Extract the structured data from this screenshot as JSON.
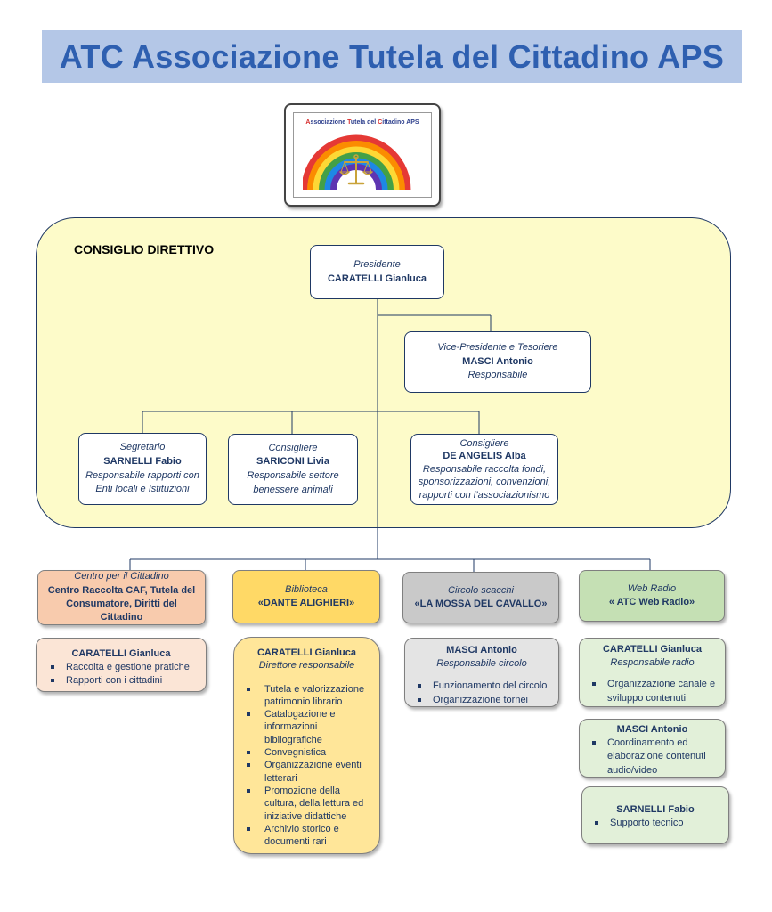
{
  "banner": {
    "title": "ATC  Associazione Tutela del Cittadino APS"
  },
  "logo": {
    "text_parts": [
      "A",
      "ssociazione ",
      "T",
      "utela del ",
      "C",
      "ittadino APS"
    ],
    "rainbow_colors": [
      "#e53935",
      "#fb8c00",
      "#fdd835",
      "#43a047",
      "#1e88e5",
      "#5e35b1"
    ],
    "scale_color": "#c9a33a"
  },
  "council": {
    "label": "CONSIGLIO DIRETTIVO",
    "fill": "#fdfbc9",
    "president": {
      "role": "Presidente",
      "name": "CARATELLI Gianluca"
    },
    "vice": {
      "role": "Vice-Presidente e Tesoriere",
      "name": "MASCI Antonio",
      "desc": "Responsabile"
    },
    "secretary": {
      "role": "Segretario",
      "name": "SARNELLI Fabio",
      "desc": [
        "Responsabile rapporti con",
        "Enti locali e Istituzioni"
      ]
    },
    "councilor1": {
      "role": "Consigliere",
      "name": "SARICONI Livia",
      "desc": [
        "Responsabile settore",
        "benessere animali"
      ]
    },
    "councilor2": {
      "role": "Consigliere",
      "name": "DE ANGELIS Alba",
      "desc": [
        "Responsabile raccolta  fondi,",
        "sponsorizzazioni, convenzioni,",
        "rapporti con l’associazionismo"
      ]
    }
  },
  "departments": [
    {
      "label": "Centro per il Cittadino",
      "name": [
        "Centro Raccolta CAF, Tutela del",
        "Consumatore, Diritti del Cittadino"
      ],
      "header_color": "#f8cbad",
      "card_color": "#fbe5d6",
      "cards": [
        {
          "name": "CARATELLI Gianluca",
          "items": [
            "Raccolta e gestione pratiche",
            "Rapporti con i cittadini"
          ]
        }
      ]
    },
    {
      "label": "Biblioteca",
      "name": [
        "«DANTE ALIGHIERI»"
      ],
      "header_color": "#ffd966",
      "card_color": "#ffe699",
      "cards": [
        {
          "name": "CARATELLI Gianluca",
          "subtitle": "Direttore responsabile",
          "items": [
            [
              "Tutela e valorizzazione",
              "patrimonio librario"
            ],
            [
              "Catalogazione e",
              "informazioni",
              "bibliografiche"
            ],
            [
              "Convegnistica"
            ],
            [
              "Organizzazione eventi",
              "letterari"
            ],
            [
              "Promozione della",
              "cultura, della lettura ed",
              "iniziative didattiche"
            ],
            [
              "Archivio storico e",
              "documenti rari"
            ]
          ]
        }
      ]
    },
    {
      "label": "Circolo scacchi",
      "name": [
        "«LA MOSSA DEL CAVALLO»"
      ],
      "header_color": "#c9c9c9",
      "card_color": "#e4e4e4",
      "cards": [
        {
          "name": "MASCI Antonio",
          "subtitle": "Responsabile circolo",
          "items": [
            "Funzionamento del circolo",
            "Organizzazione tornei"
          ]
        }
      ]
    },
    {
      "label": "Web Radio",
      "name": [
        "« ATC Web Radio»"
      ],
      "header_color": "#c5e0b4",
      "card_color": "#e2f0d9",
      "cards": [
        {
          "name": "CARATELLI Gianluca",
          "subtitle": "Responsabile radio",
          "items": [
            [
              "Organizzazione canale e",
              "sviluppo contenuti"
            ]
          ]
        },
        {
          "name": "MASCI Antonio",
          "items": [
            [
              "Coordinamento ed",
              "elaborazione contenuti",
              "audio/video"
            ]
          ]
        },
        {
          "name": "SARNELLI Fabio",
          "items": [
            "Supporto tecnico"
          ]
        }
      ]
    }
  ]
}
